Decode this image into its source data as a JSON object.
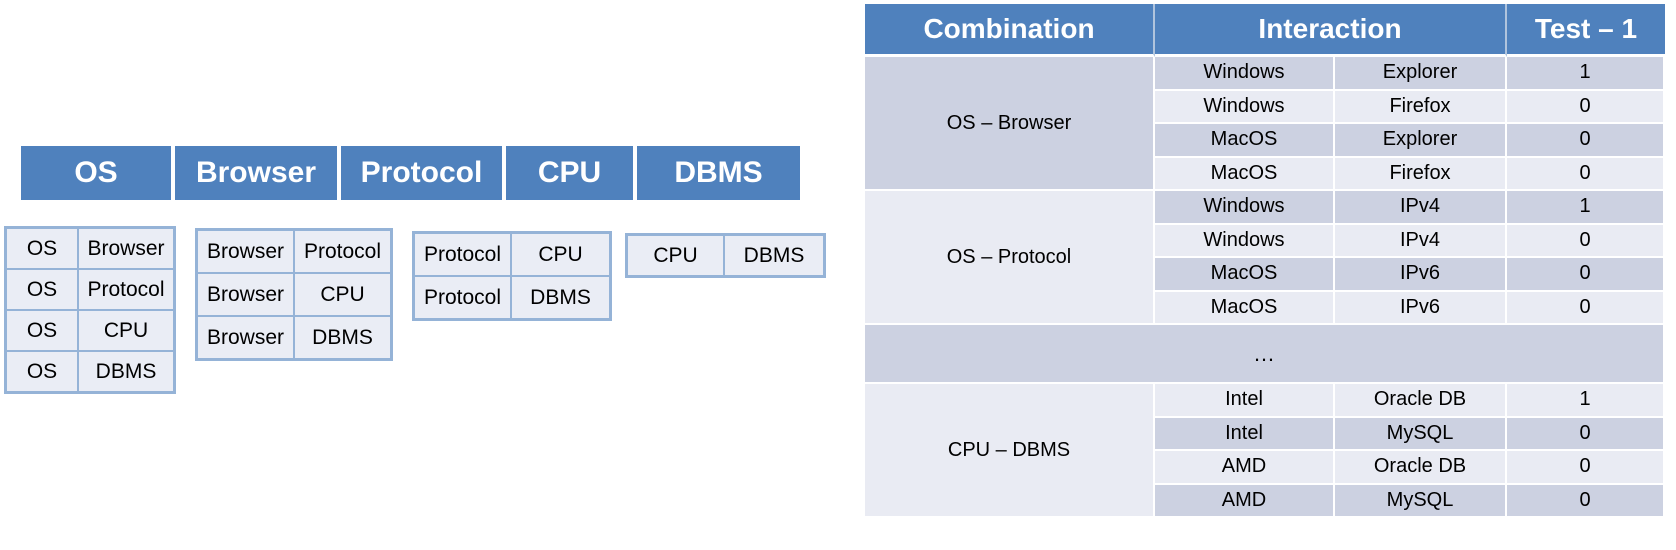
{
  "colors": {
    "header_blue": "#4f81bd",
    "band_dark": "#ccd1e1",
    "band_light": "#e9ebf3",
    "pair_table_fill": "#eaedf5",
    "pair_table_border": "#95b3d7"
  },
  "factor_bar": {
    "items": [
      "OS",
      "Browser",
      "Protocol",
      "CPU",
      "DBMS"
    ]
  },
  "pair_tables": [
    {
      "rows": [
        [
          "OS",
          "Browser"
        ],
        [
          "OS",
          "Protocol"
        ],
        [
          "OS",
          "CPU"
        ],
        [
          "OS",
          "DBMS"
        ]
      ]
    },
    {
      "rows": [
        [
          "Browser",
          "Protocol"
        ],
        [
          "Browser",
          "CPU"
        ],
        [
          "Browser",
          "DBMS"
        ]
      ]
    },
    {
      "rows": [
        [
          "Protocol",
          "CPU"
        ],
        [
          "Protocol",
          "DBMS"
        ]
      ]
    },
    {
      "rows": [
        [
          "CPU",
          "DBMS"
        ]
      ]
    }
  ],
  "combination_table": {
    "col_combination": "Combination",
    "col_interaction": "Interaction",
    "col_test": "Test – 1",
    "ellipsis": "…",
    "groups": [
      {
        "label": "OS – Browser",
        "rows": [
          [
            "Windows",
            "Explorer",
            "1"
          ],
          [
            "Windows",
            "Firefox",
            "0"
          ],
          [
            "MacOS",
            "Explorer",
            "0"
          ],
          [
            "MacOS",
            "Firefox",
            "0"
          ]
        ]
      },
      {
        "label": "OS – Protocol",
        "rows": [
          [
            "Windows",
            "IPv4",
            "1"
          ],
          [
            "Windows",
            "IPv4",
            "0"
          ],
          [
            "MacOS",
            "IPv6",
            "0"
          ],
          [
            "MacOS",
            "IPv6",
            "0"
          ]
        ]
      },
      {
        "label": "CPU – DBMS",
        "rows": [
          [
            "Intel",
            "Oracle DB",
            "1"
          ],
          [
            "Intel",
            "MySQL",
            "0"
          ],
          [
            "AMD",
            "Oracle DB",
            "0"
          ],
          [
            "AMD",
            "MySQL",
            "0"
          ]
        ]
      }
    ]
  }
}
